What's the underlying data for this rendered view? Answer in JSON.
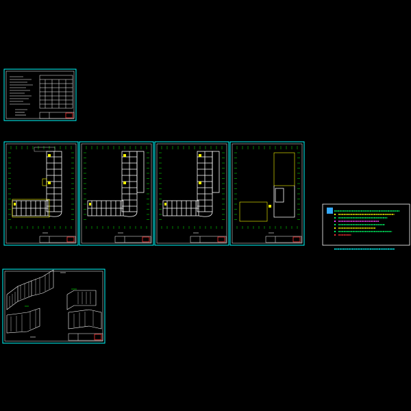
{
  "colors": {
    "background": "#000000",
    "frame_outer": "#00ffff",
    "frame_inner": "#ffffff",
    "title_block": "#ff3333",
    "wall": "#ffffff",
    "grid_axis": "#00ff00",
    "highlight": "#ffff00",
    "note_panel_border": "#ffffff",
    "note_text_green": "#00ff66",
    "note_text_yellow": "#ffff00",
    "note_text_magenta": "#ff44ff",
    "note_text_cyan": "#00ffff",
    "note_text_red": "#ff3333",
    "note_icon": "#33aaff"
  },
  "sheets": [
    {
      "id": "design-notes-sheet",
      "kind": "notes"
    },
    {
      "id": "floor-plan-1",
      "kind": "plan",
      "variant": "full"
    },
    {
      "id": "floor-plan-2",
      "kind": "plan",
      "variant": "typical"
    },
    {
      "id": "floor-plan-3",
      "kind": "plan",
      "variant": "typical"
    },
    {
      "id": "floor-plan-4",
      "kind": "plan",
      "variant": "roof"
    },
    {
      "id": "axonometric-sheet",
      "kind": "axon"
    }
  ],
  "legend_panel": {
    "icon": "info-icon",
    "lines": [
      {
        "color": "#00ff66"
      },
      {
        "color": "#ffff00"
      },
      {
        "color": "#00ff66"
      },
      {
        "color": "#ff44ff"
      },
      {
        "color": "#00ff66"
      },
      {
        "color": "#ffff00"
      },
      {
        "color": "#00ff66"
      },
      {
        "color": "#ff3333"
      },
      {
        "color": "#00ffff"
      }
    ]
  }
}
